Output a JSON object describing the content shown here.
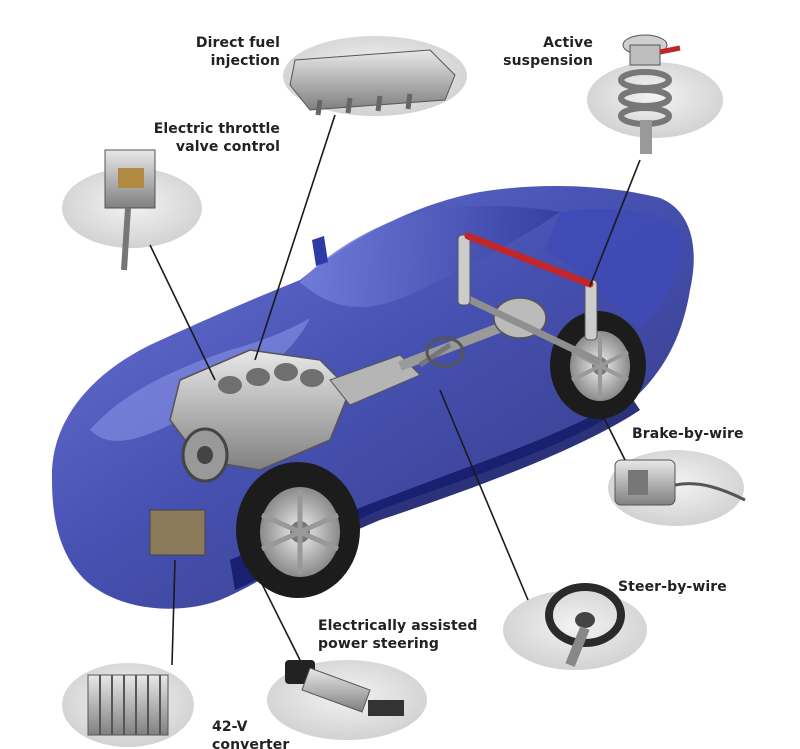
{
  "labels": {
    "direct_fuel": [
      "Direct fuel",
      "injection"
    ],
    "active_susp": [
      "Active",
      "suspension"
    ],
    "throttle": [
      "Electric throttle",
      "valve control"
    ],
    "brake": [
      "Brake-by-wire"
    ],
    "steer": [
      "Steer-by-wire"
    ],
    "eps": [
      "Electrically assisted",
      "power steering"
    ],
    "converter": [
      "42-V",
      "converter"
    ]
  },
  "colors": {
    "car_body": "#2e3aa8",
    "car_highlight": "#8d97e8",
    "car_shadow": "#151c6b",
    "component_bubble": "#d9d9d9",
    "metal": "#a8a8a8",
    "tire": "#1c1c1c",
    "rim": "#c9c9c9",
    "callout_line": "#1a1a1a",
    "red_bar": "#c0262a"
  }
}
